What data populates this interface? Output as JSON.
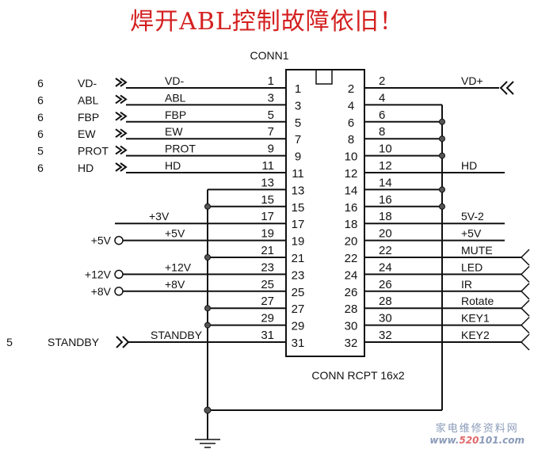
{
  "title": "焊开ABL控制故障依旧！",
  "connector": {
    "ref": "CONN1",
    "part": "CONN RCPT 16x2",
    "left_pins": [
      "1",
      "3",
      "5",
      "7",
      "9",
      "11",
      "13",
      "15",
      "17",
      "19",
      "21",
      "23",
      "25",
      "27",
      "29",
      "31"
    ],
    "right_pins": [
      "2",
      "4",
      "6",
      "8",
      "10",
      "12",
      "14",
      "16",
      "18",
      "20",
      "22",
      "24",
      "26",
      "28",
      "30",
      "32"
    ]
  },
  "left_offpage": [
    {
      "sheet": "6",
      "name": "VD-",
      "net": "VD-"
    },
    {
      "sheet": "6",
      "name": "ABL",
      "net": "ABL"
    },
    {
      "sheet": "6",
      "name": "FBP",
      "net": "FBP"
    },
    {
      "sheet": "6",
      "name": "EW",
      "net": "EW"
    },
    {
      "sheet": "5",
      "name": "PROT",
      "net": "PROT"
    },
    {
      "sheet": "6",
      "name": "HD",
      "net": "HD"
    }
  ],
  "left_power": [
    {
      "pin": "17",
      "net": "+3V",
      "terminal": ""
    },
    {
      "pin": "19",
      "net": "+5V",
      "terminal": "+5V"
    },
    {
      "pin": "23",
      "net": "+12V",
      "terminal": "+12V"
    },
    {
      "pin": "25",
      "net": "+8V",
      "terminal": "+8V"
    }
  ],
  "standby": {
    "sheet": "5",
    "name": "STANDBY",
    "net": "STANDBY"
  },
  "right_nets": [
    {
      "pin": "2",
      "net": "VD+"
    },
    {
      "pin": "12",
      "net": "HD"
    },
    {
      "pin": "18",
      "net": "5V-2"
    },
    {
      "pin": "20",
      "net": "+5V"
    },
    {
      "pin": "22",
      "net": "MUTE"
    },
    {
      "pin": "24",
      "net": "LED"
    },
    {
      "pin": "26",
      "net": "IR"
    },
    {
      "pin": "28",
      "net": "Rotate"
    },
    {
      "pin": "30",
      "net": "KEY1"
    },
    {
      "pin": "32",
      "net": "KEY2"
    }
  ],
  "ground_pins": {
    "left": [
      "13",
      "15",
      "21",
      "27",
      "29"
    ],
    "right": [
      "4",
      "6",
      "8",
      "10",
      "14",
      "16"
    ]
  },
  "watermark": {
    "cn": "家电维修资料网",
    "url_pre": "www.",
    "url_hl": "520",
    "url_post": "101.com"
  }
}
